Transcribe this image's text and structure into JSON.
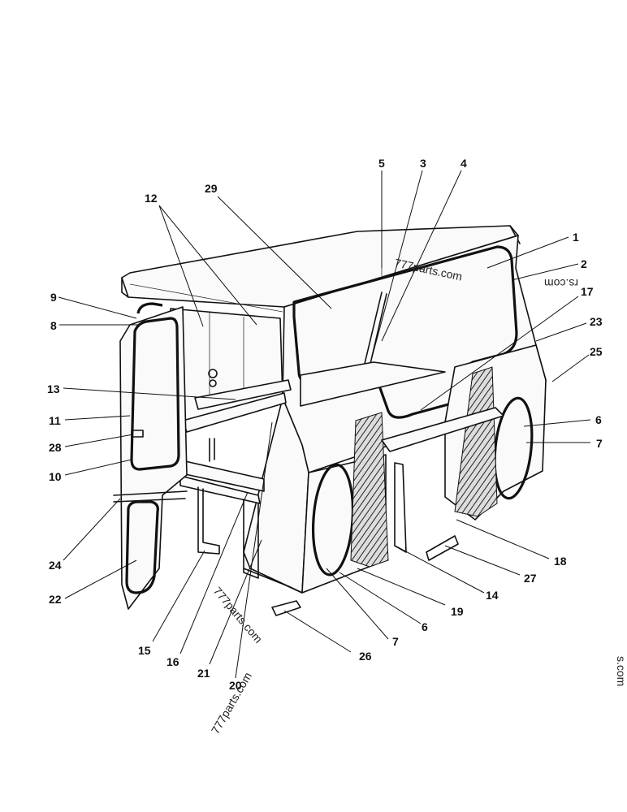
{
  "callouts": [
    {
      "id": "c1",
      "text": "1"
    },
    {
      "id": "c2",
      "text": "2"
    },
    {
      "id": "c3",
      "text": "3"
    },
    {
      "id": "c4",
      "text": "4"
    },
    {
      "id": "c5",
      "text": "5"
    },
    {
      "id": "c6a",
      "text": "6"
    },
    {
      "id": "c6b",
      "text": "6"
    },
    {
      "id": "c7a",
      "text": "7"
    },
    {
      "id": "c7b",
      "text": "7"
    },
    {
      "id": "c8",
      "text": "8"
    },
    {
      "id": "c9",
      "text": "9"
    },
    {
      "id": "c10",
      "text": "10"
    },
    {
      "id": "c11",
      "text": "11"
    },
    {
      "id": "c12",
      "text": "12"
    },
    {
      "id": "c13",
      "text": "13"
    },
    {
      "id": "c14",
      "text": "14"
    },
    {
      "id": "c15",
      "text": "15"
    },
    {
      "id": "c16",
      "text": "16"
    },
    {
      "id": "c17",
      "text": "17"
    },
    {
      "id": "c18",
      "text": "18"
    },
    {
      "id": "c19",
      "text": "19"
    },
    {
      "id": "c20",
      "text": "20"
    },
    {
      "id": "c21",
      "text": "21"
    },
    {
      "id": "c22",
      "text": "22"
    },
    {
      "id": "c23",
      "text": "23"
    },
    {
      "id": "c24",
      "text": "24"
    },
    {
      "id": "c25",
      "text": "25"
    },
    {
      "id": "c26",
      "text": "26"
    },
    {
      "id": "c27",
      "text": "27"
    },
    {
      "id": "c28",
      "text": "28"
    },
    {
      "id": "c29",
      "text": "29"
    }
  ],
  "watermarks": {
    "top": "777parts.com",
    "right": "rs.com",
    "middle": "777parts.com",
    "bottom": "777parts.com",
    "edge": "s.com"
  }
}
